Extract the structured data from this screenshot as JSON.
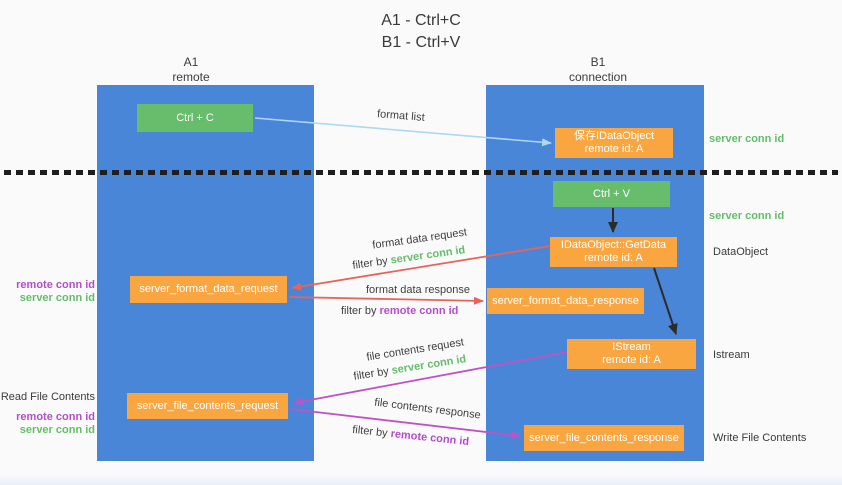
{
  "title": {
    "line1": "A1 - Ctrl+C",
    "line2": "B1 - Ctrl+V"
  },
  "lifelines": {
    "a1": {
      "title": "A1",
      "subtitle": "remote"
    },
    "b1": {
      "title": "B1",
      "subtitle": "connection"
    }
  },
  "nodes": {
    "ctrl_c": {
      "label": "Ctrl + C"
    },
    "save_dataobject": {
      "line1": "保存IDataObject",
      "line2": "remote id: A"
    },
    "ctrl_v": {
      "label": "Ctrl + V"
    },
    "getdata": {
      "line1": "IDataObject::GetData",
      "line2": "remote id: A"
    },
    "format_request": {
      "label": "server_format_data_request"
    },
    "format_response": {
      "label": "server_format_data_response"
    },
    "istream": {
      "line1": "IStream",
      "line2": "remote id: A"
    },
    "file_request": {
      "label": "server_file_contents_request"
    },
    "file_response": {
      "label": "server_file_contents_response"
    }
  },
  "annotations": {
    "format_list": "format list",
    "format_data_request": "format data request",
    "format_data_response": "format data response",
    "file_contents_request": "file contents request",
    "file_contents_response": "file contents response",
    "filter_by": "filter by",
    "server_conn_id": "server conn id",
    "remote_conn_id": "remote conn id"
  },
  "side_labels": {
    "right_server_conn_id_top": "server conn id",
    "right_server_conn_id_mid": "server conn id",
    "right_dataobject": "DataObject",
    "right_istream": "Istream",
    "right_write_file_contents": "Write File Contents",
    "left_remote_conn_id_1": "remote conn id",
    "left_server_conn_id_1": "server conn id",
    "left_read_file_contents": "Read File Contents",
    "left_remote_conn_id_2": "remote conn id",
    "left_server_conn_id_2": "server conn id"
  },
  "colors": {
    "column_blue": "#4a86d8",
    "node_green": "#68bd6c",
    "node_orange": "#f9a640",
    "arrow_black": "#2b2b2b",
    "arrow_red": "#e8635a",
    "arrow_purple": "#be53c5",
    "arrow_lightblue": "#aed7f2",
    "text_green": "#64bd6a",
    "text_purple": "#b44ec8",
    "text_dark": "#3b3b3b"
  }
}
